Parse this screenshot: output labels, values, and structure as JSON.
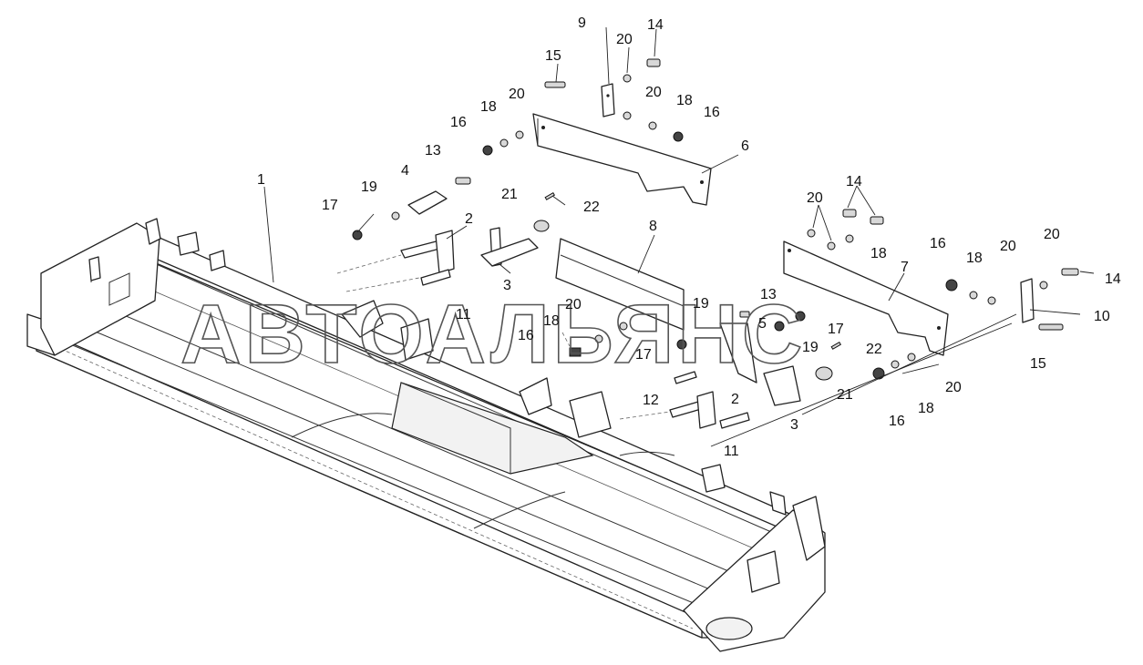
{
  "watermark": "АВТОАЛЬЯНС",
  "callouts": {
    "c1": "1",
    "c2a": "2",
    "c2b": "2",
    "c3a": "3",
    "c3b": "3",
    "c4": "4",
    "c5": "5",
    "c6": "6",
    "c7": "7",
    "c8": "8",
    "c9": "9",
    "c10": "10",
    "c11a": "11",
    "c11b": "11",
    "c12": "12",
    "c13a": "13",
    "c13b": "13",
    "c14a": "14",
    "c14b": "14",
    "c14c": "14",
    "c15a": "15",
    "c15b": "15",
    "c16a": "16",
    "c16b": "16",
    "c16c": "16",
    "c16d": "16",
    "c16e": "16",
    "c17a": "17",
    "c17b": "17",
    "c17c": "17",
    "c18a": "18",
    "c18b": "18",
    "c18c": "18",
    "c18d": "18",
    "c18e": "18",
    "c18f": "18",
    "c19a": "19",
    "c19b": "19",
    "c19c": "19",
    "c20a": "20",
    "c20b": "20",
    "c20c": "20",
    "c20d": "20",
    "c20e": "20",
    "c20f": "20",
    "c20g": "20",
    "c20h": "20",
    "c21a": "21",
    "c21b": "21",
    "c22a": "22",
    "c22b": "22"
  }
}
